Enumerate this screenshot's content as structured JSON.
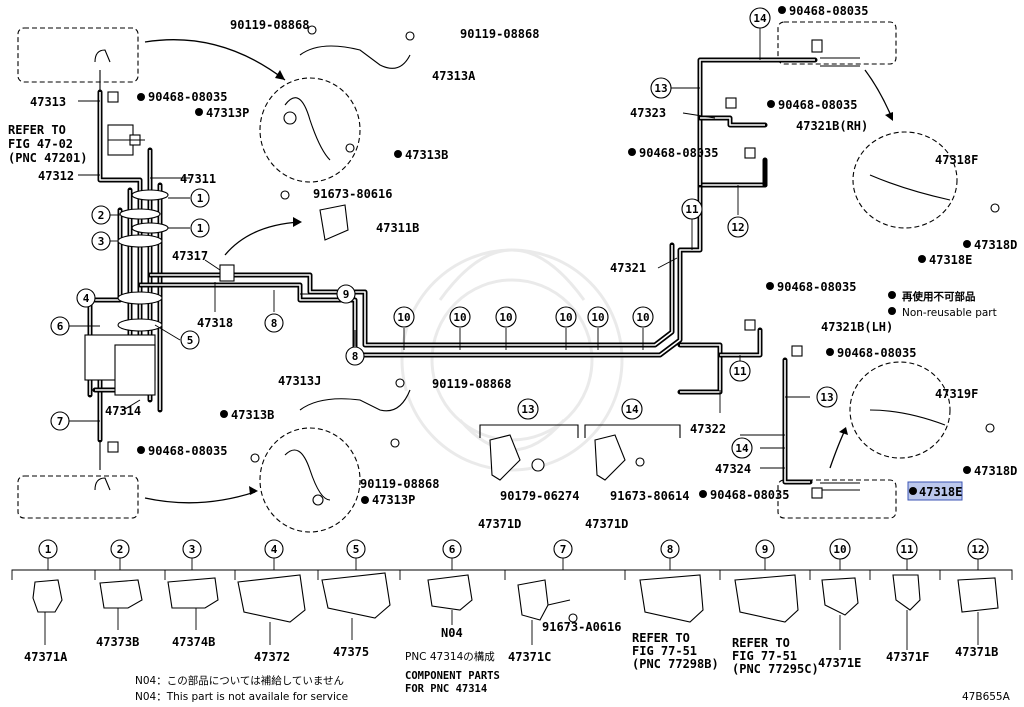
{
  "diagram_id": "47B655A",
  "legend": {
    "jp": "再使用不可部品",
    "en": "Non-reusable part"
  },
  "refer_note": [
    "REFER TO",
    "FIG 47-02",
    "(PNC 47201)"
  ],
  "pnc_labels": {
    "p90119_a": "90119-08868",
    "p90119_b": "90119-08868",
    "p47313A": "47313A",
    "p47313": "47313",
    "p90468_a": "90468-08035",
    "p47313P_top": "47313P",
    "p47313B_top": "47313B",
    "p47312": "47312",
    "p47311": "47311",
    "p91673_80616": "91673-80616",
    "p47311B": "47311B",
    "p47317": "47317",
    "p47318": "47318",
    "p47314": "47314",
    "p90468_b": "90468-08035",
    "p47313J": "47313J",
    "p90119_c": "90119-08868",
    "p47313B_bot": "47313B",
    "p90119_d": "90119-08868",
    "p47313P_bot": "47313P",
    "p90179": "90179-06274",
    "p91673_80614": "91673-80614",
    "p47371D_a": "47371D",
    "p47371D_b": "47371D",
    "p90468_top": "90468-08035",
    "p47323": "47323",
    "p90468_c": "90468-08035",
    "p47321B_RH": "47321B(RH)",
    "p90468_d": "90468-08035",
    "p47318F": "47318F",
    "p47318E_top": "47318E",
    "p47318D_top": "47318D",
    "p47321": "47321",
    "p90468_e": "90468-08035",
    "p47321B_LH": "47321B(LH)",
    "p90468_f": "90468-08035",
    "p47322": "47322",
    "p47324": "47324",
    "p90468_g": "90468-08035",
    "p47319F": "47319F",
    "p47318D_bot": "47318D",
    "p47318E_bot": "47318E"
  },
  "callouts": {
    "c1a": "1",
    "c1b": "1",
    "c2": "2",
    "c3": "3",
    "c4": "4",
    "c5": "5",
    "c6": "6",
    "c7": "7",
    "c8": "8",
    "c9": "9",
    "c10a": "10",
    "c10b": "10",
    "c10c": "10",
    "c10d": "10",
    "c10e": "10",
    "c10f": "10",
    "c11a": "11",
    "c11b": "11",
    "c12": "12",
    "c13a": "13",
    "c13b": "13",
    "c13c": "13",
    "c14a": "14",
    "c14b": "14",
    "c14c": "14"
  },
  "clip_table": [
    {
      "num": "1",
      "part": "47371A"
    },
    {
      "num": "2",
      "part": "47373B"
    },
    {
      "num": "3",
      "part": "47374B"
    },
    {
      "num": "4",
      "part": "47372"
    },
    {
      "num": "5",
      "part": "47375"
    },
    {
      "num": "6",
      "part": "N04",
      "notes": [
        "PNC 47314の構成",
        "COMPONENT PARTS",
        "FOR PNC 47314"
      ]
    },
    {
      "num": "7",
      "part": "47371C",
      "extra": "91673-A0616"
    },
    {
      "num": "8",
      "part": "",
      "notes": [
        "REFER TO",
        "FIG 77-51",
        "(PNC 77298B)"
      ]
    },
    {
      "num": "9",
      "part": "",
      "notes": [
        "REFER TO",
        "FIG 77-51",
        "(PNC 77295C)"
      ]
    },
    {
      "num": "10",
      "part": "47371E"
    },
    {
      "num": "11",
      "part": "47371F"
    },
    {
      "num": "12",
      "part": "47371B"
    }
  ],
  "n04_notes": {
    "jp": "N04：この部品については補給していません",
    "en": "N04：This part is not availale for service"
  }
}
